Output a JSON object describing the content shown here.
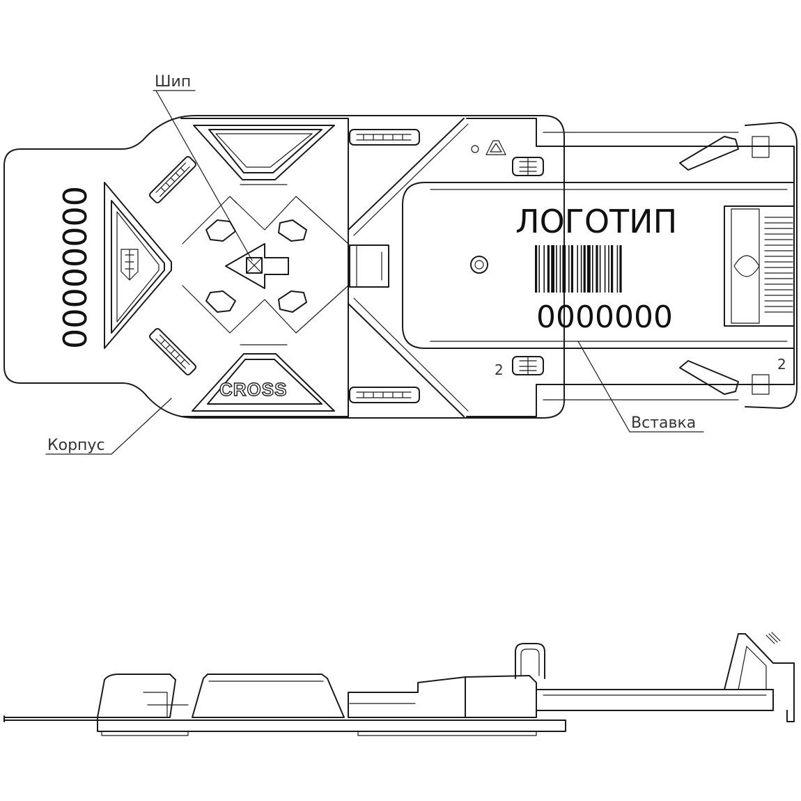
{
  "callouts": {
    "spike": "Шип",
    "body": "Корпус",
    "insert": "Вставка"
  },
  "insert_label": {
    "logo": "ЛОГОТИП",
    "barcode_number": "0000000"
  },
  "tail_number": "00000000",
  "embossed": {
    "cross": "CROSS",
    "size_marks": [
      "2",
      "2"
    ]
  },
  "icons": [
    "recycling-icon",
    "alpha-shield-logo-icon",
    "barcode-icon",
    "arrow-icon"
  ]
}
